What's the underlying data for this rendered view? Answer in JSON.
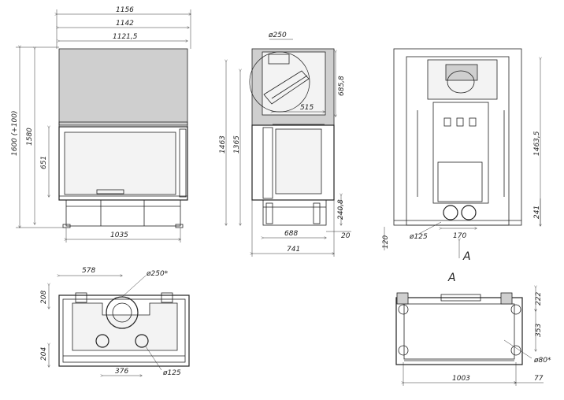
{
  "front_view": {
    "width_outer": "1156",
    "width_mid": "1142",
    "width_inner": "1121,5",
    "height_total": "1600 (+100)",
    "height_body": "1580",
    "glass_height": "651",
    "base_width": "1035"
  },
  "side_view": {
    "flue_diameter": "ø250",
    "hood_height": "685,8",
    "flue_offset": "515",
    "height_total": "1463",
    "height_body": "1365",
    "depth_inner": "688",
    "depth_total": "741",
    "leg_height": "240,8",
    "leg_offset": "20"
  },
  "back_view": {
    "height_total": "1463,5",
    "inlet_height": "241",
    "inlet_diameter": "ø125",
    "inlet_spacing": "170",
    "bottom_offset": "120",
    "view_label": "A"
  },
  "top_view": {
    "flue_offset": "578",
    "flue_diameter": "ø250*",
    "top_depth": "208",
    "bottom_depth": "204",
    "inlet_spacing": "376",
    "inlet_diameter": "ø125"
  },
  "bottom_view": {
    "view_label": "A",
    "depth_top": "222",
    "depth_mid": "353",
    "width": "1003",
    "edge_offset": "77",
    "leg_diameter": "ø80*"
  }
}
